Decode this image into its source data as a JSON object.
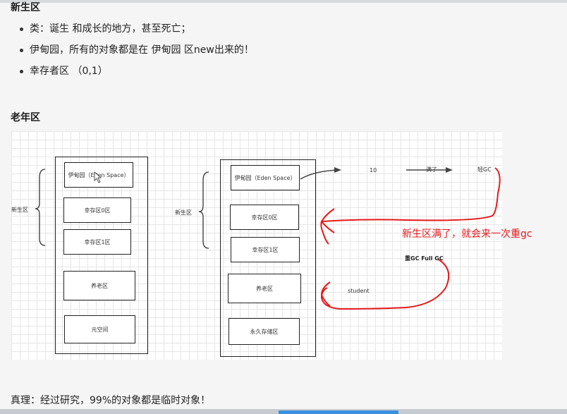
{
  "section_young": {
    "heading": "新生区",
    "items": [
      "类：诞生 和成长的地方，甚至死亡；",
      "伊甸园，所有的对象都是在 伊甸园 区new出来的！",
      "幸存者区 （0,1）"
    ]
  },
  "section_old": {
    "heading": "老年区"
  },
  "diagram": {
    "left_structure": {
      "brace_label": "新生区",
      "eden": "伊甸园（Eden Space）",
      "survivor0": "幸存区0区",
      "survivor1": "幸存区1区",
      "old": "养老区",
      "meta": "元空间"
    },
    "right_structure": {
      "brace_label": "新生区",
      "eden": "伊甸园（Eden Space）",
      "survivor0": "幸存区0区",
      "survivor1": "幸存区1区",
      "old": "养老区",
      "perm": "永久存储区"
    },
    "flow": {
      "count": "10",
      "full_label": "满了",
      "light_gc": "轻GC",
      "heavy_gc": "重GC  Full GC",
      "student": "student"
    },
    "annotation": "新生区满了，就会来一次重gc",
    "colors": {
      "annotation": "#e5191b",
      "grid": "#e6e6e6"
    }
  },
  "footer": {
    "text": "真理：经过研究，99%的对象都是临时对象！",
    "progress_color": "#3a8fe0"
  }
}
